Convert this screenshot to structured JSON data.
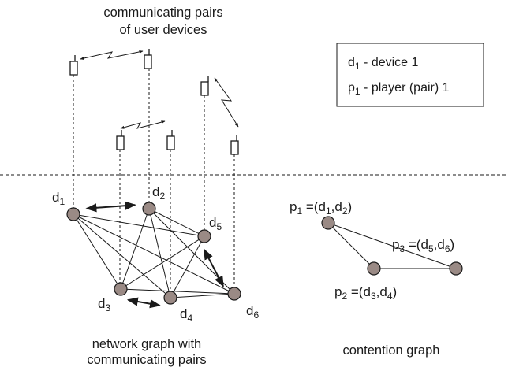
{
  "captions": {
    "top_line1": "communicating pairs",
    "top_line2": "of user devices",
    "bottom_left_line1": "network graph with",
    "bottom_left_line2": "communicating pairs",
    "bottom_right": "contention graph"
  },
  "legend": {
    "device": {
      "sym": "d",
      "sub": "1",
      "text": " - device 1"
    },
    "player": {
      "sym": "p",
      "sub": "1",
      "text": " - player (pair) 1"
    }
  },
  "network_nodes": [
    {
      "id": "d1",
      "sym": "d",
      "sub": "1"
    },
    {
      "id": "d2",
      "sym": "d",
      "sub": "2"
    },
    {
      "id": "d3",
      "sym": "d",
      "sub": "3"
    },
    {
      "id": "d4",
      "sym": "d",
      "sub": "4"
    },
    {
      "id": "d5",
      "sym": "d",
      "sub": "5"
    },
    {
      "id": "d6",
      "sym": "d",
      "sub": "6"
    }
  ],
  "communicating_pairs": [
    [
      "d1",
      "d2"
    ],
    [
      "d3",
      "d4"
    ],
    [
      "d5",
      "d6"
    ]
  ],
  "contention_nodes": [
    {
      "id": "p1",
      "sym": "p",
      "sub": "1",
      "pair": [
        {
          "sym": "d",
          "sub": "1"
        },
        {
          "sym": "d",
          "sub": "2"
        }
      ]
    },
    {
      "id": "p2",
      "sym": "p",
      "sub": "2",
      "pair": [
        {
          "sym": "d",
          "sub": "3"
        },
        {
          "sym": "d",
          "sub": "4"
        }
      ]
    },
    {
      "id": "p3",
      "sym": "p",
      "sub": "3",
      "pair": [
        {
          "sym": "d",
          "sub": "5"
        },
        {
          "sym": "d",
          "sub": "6"
        }
      ]
    }
  ],
  "colors": {
    "node_fill": "#9a8a85",
    "stroke": "#1a1a1a"
  }
}
